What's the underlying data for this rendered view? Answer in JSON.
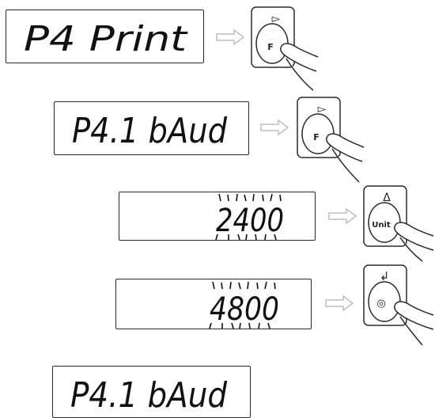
{
  "steps": [
    {
      "display": "P4 Print",
      "key_symbol": "▻",
      "key_label": "F",
      "blinking": false
    },
    {
      "display": "P4.1 bAud",
      "key_symbol": "▻",
      "key_label": "F",
      "blinking": false
    },
    {
      "display": "2400",
      "key_symbol": "Δ",
      "key_label": "Unit",
      "blinking": true
    },
    {
      "display": "4800",
      "key_symbol": "↲",
      "key_label": "◎",
      "blinking": true
    },
    {
      "display": "P4.1 bAud",
      "key_symbol": "",
      "key_label": "",
      "blinking": false
    }
  ]
}
